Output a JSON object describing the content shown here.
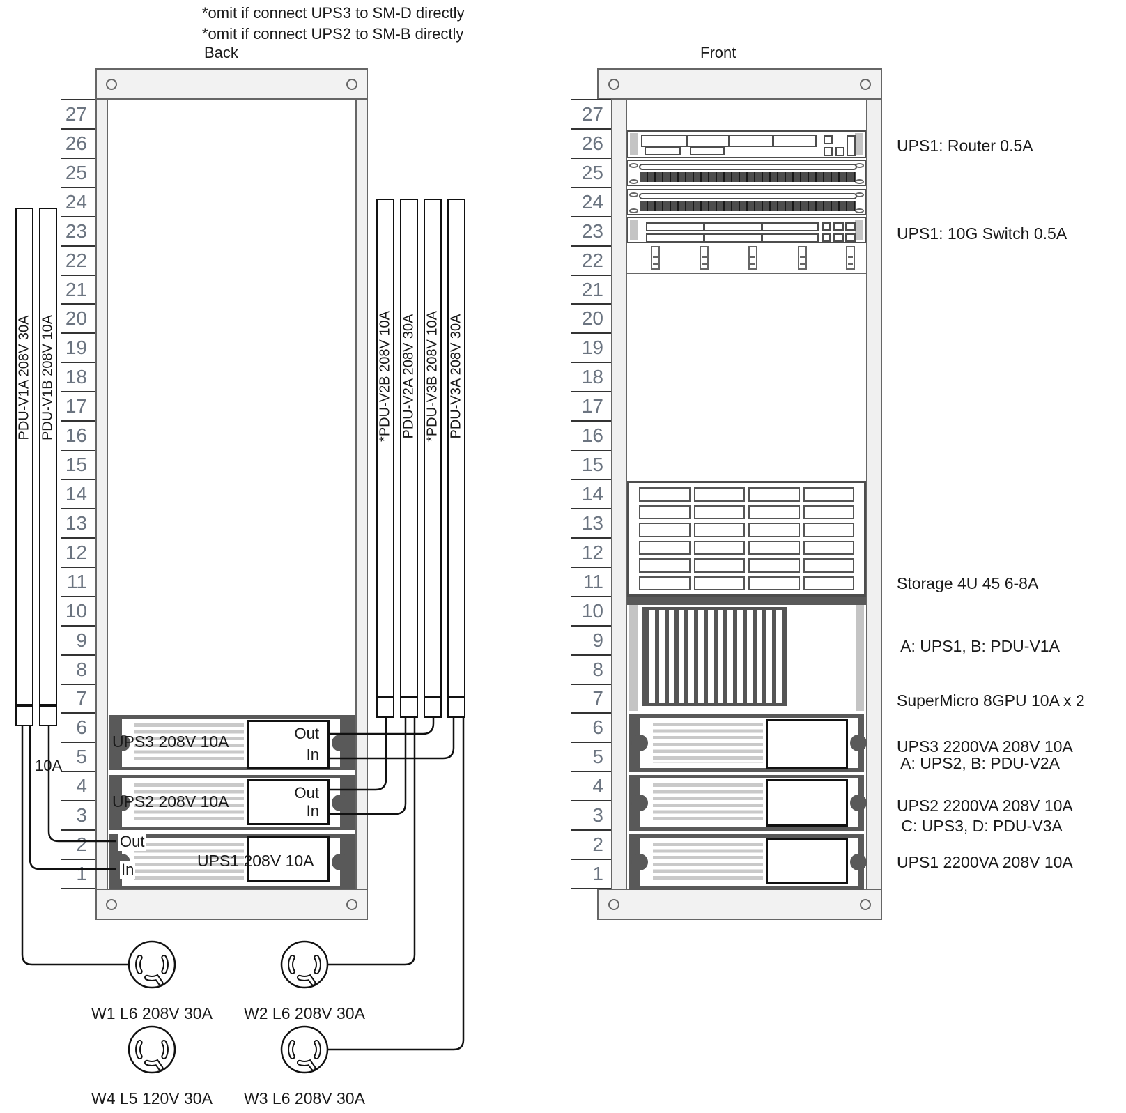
{
  "notes": [
    "*omit if connect UPS3 to SM-D directly",
    "*omit if connect UPS2 to SM-B directly"
  ],
  "back": {
    "title": "Back",
    "tap_label": "10A",
    "pdus": [
      {
        "label": "PDU-V1A 208V 30A"
      },
      {
        "label": "PDU-V1B 208V 10A"
      },
      {
        "label": "*PDU-V2B 208V 10A"
      },
      {
        "label": "PDU-V2A 208V 30A"
      },
      {
        "label": "*PDU-V3B 208V 10A"
      },
      {
        "label": "PDU-V3A 208V 30A"
      }
    ],
    "ups": [
      {
        "name": "UPS3 208V 10A",
        "out_label": "Out",
        "in_label": "In"
      },
      {
        "name": "UPS2 208V 10A",
        "out_label": "Out",
        "in_label": "In"
      },
      {
        "name": "UPS1 208V 10A",
        "out_label": "Out",
        "in_label": "In"
      }
    ]
  },
  "front": {
    "title": "Front",
    "annotations": {
      "router": "UPS1: Router 0.5A",
      "switch": "UPS1: 10G Switch 0.5A",
      "storage": [
        "Storage 4U 45 6-8A",
        " A: UPS1, B: PDU-V1A"
      ],
      "supermicro": [
        "SuperMicro 8GPU 10A x 2",
        " A: UPS2, B: PDU-V2A",
        " C: UPS3, D: PDU-V3A"
      ],
      "ups3": "UPS3 2200VA 208V 10A",
      "ups2": "UPS2 2200VA 208V 10A",
      "ups1": "UPS1 2200VA 208V 10A"
    }
  },
  "rack_units": [
    "27",
    "26",
    "25",
    "24",
    "23",
    "22",
    "21",
    "20",
    "19",
    "18",
    "17",
    "16",
    "15",
    "14",
    "13",
    "12",
    "11",
    "10",
    "9",
    "8",
    "7",
    "6",
    "5",
    "4",
    "3",
    "2",
    "1"
  ],
  "outlets": [
    {
      "label": "W1 L6 208V 30A"
    },
    {
      "label": "W2 L6 208V 30A"
    },
    {
      "label": "W4 L5 120V 30A"
    },
    {
      "label": "W3 L6 208V 30A"
    }
  ]
}
